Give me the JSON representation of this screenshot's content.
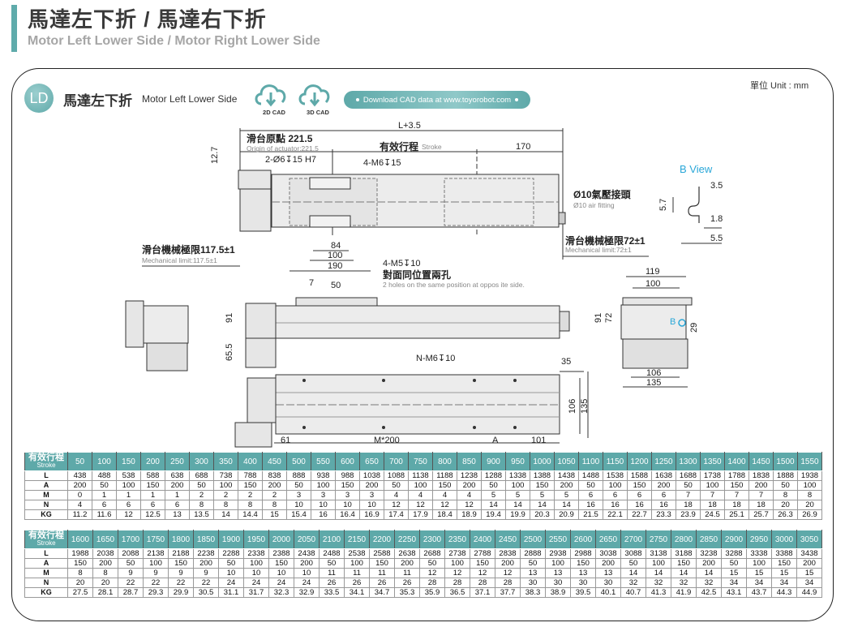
{
  "header": {
    "title_zh": "馬達左下折 / 馬達右下折",
    "title_en": "Motor Left Lower Side / Motor Right Lower Side",
    "accent_color": "#5fabab"
  },
  "section": {
    "badge": "LD",
    "title_zh": "馬達左下折",
    "title_en": "Motor Left Lower Side",
    "cad_buttons": [
      {
        "label": "2D CAD",
        "icon": "cloud-download-icon"
      },
      {
        "label": "3D CAD",
        "icon": "cloud-download-icon"
      }
    ],
    "download_text": "Download CAD data at www.toyorobot.com",
    "unit": "單位 Unit : mm"
  },
  "drawing": {
    "top_view": {
      "overall": "L+3.5",
      "origin_zh": "滑台原點 221.5",
      "origin_en": "Origin of actuator:221.5",
      "stroke_zh": "有效行程",
      "stroke_en": "Stroke",
      "end_dim": "170",
      "height_dim": "12.7",
      "pin_holes": "2-Ø6↧15 H7",
      "tapped_holes": "4-M6↧15",
      "air_zh": "Ø10氣壓接頭",
      "air_en": "Ø10 air fitting",
      "mech_left_zh": "滑台機械極限117.5±1",
      "mech_left_en": "Mechanical limit:117.5±1",
      "mech_right_zh": "滑台機械極限72±1",
      "mech_right_en": "Mechanical limit:72±1",
      "dim_84": "84",
      "dim_100": "100",
      "dim_190": "190"
    },
    "side_view": {
      "m5_holes": "4-M5↧10",
      "m5_zh": "對面同位置兩孔",
      "m5_en": "2 holes on the same position at oppos ite side.",
      "dim_7": "7",
      "dim_50": "50",
      "dim_91": "91",
      "dim_65_5": "65.5"
    },
    "bottom_view": {
      "n_holes": "N-M6↧10",
      "dim_35": "35",
      "dim_106": "106",
      "dim_135": "135",
      "dim_61": "61",
      "dim_m200": "M*200",
      "dim_a": "A",
      "dim_101": "101"
    },
    "end_view": {
      "dim_119": "119",
      "dim_100": "100",
      "dim_91": "91",
      "dim_72": "72",
      "dim_29": "29",
      "dim_106": "106",
      "dim_135": "135",
      "b_marker": "B"
    },
    "b_view": {
      "title": "B View",
      "dim_3_5": "3.5",
      "dim_5_7": "5.7",
      "dim_1_8": "1.8",
      "dim_5_5": "5.5"
    }
  },
  "spec_table": {
    "corner_zh": "有效行程",
    "corner_en": "Stroke",
    "row_labels": [
      "L",
      "A",
      "M",
      "N",
      "KG"
    ],
    "blocks": [
      {
        "stroke": [
          "50",
          "100",
          "150",
          "200",
          "250",
          "300",
          "350",
          "400",
          "450",
          "500",
          "550",
          "600",
          "650",
          "700",
          "750",
          "800",
          "850",
          "900",
          "950",
          "1000",
          "1050",
          "1100",
          "1150",
          "1200",
          "1250",
          "1300",
          "1350",
          "1400",
          "1450",
          "1500",
          "1550"
        ],
        "L": [
          "438",
          "488",
          "538",
          "588",
          "638",
          "688",
          "738",
          "788",
          "838",
          "888",
          "938",
          "988",
          "1038",
          "1088",
          "1138",
          "1188",
          "1238",
          "1288",
          "1338",
          "1388",
          "1438",
          "1488",
          "1538",
          "1588",
          "1638",
          "1688",
          "1738",
          "1788",
          "1838",
          "1888",
          "1938"
        ],
        "A": [
          "200",
          "50",
          "100",
          "150",
          "200",
          "50",
          "100",
          "150",
          "200",
          "50",
          "100",
          "150",
          "200",
          "50",
          "100",
          "150",
          "200",
          "50",
          "100",
          "150",
          "200",
          "50",
          "100",
          "150",
          "200",
          "50",
          "100",
          "150",
          "200",
          "50",
          "100"
        ],
        "M": [
          "0",
          "1",
          "1",
          "1",
          "1",
          "2",
          "2",
          "2",
          "2",
          "3",
          "3",
          "3",
          "3",
          "4",
          "4",
          "4",
          "4",
          "5",
          "5",
          "5",
          "5",
          "6",
          "6",
          "6",
          "6",
          "7",
          "7",
          "7",
          "7",
          "8",
          "8"
        ],
        "N": [
          "4",
          "6",
          "6",
          "6",
          "6",
          "8",
          "8",
          "8",
          "8",
          "10",
          "10",
          "10",
          "10",
          "12",
          "12",
          "12",
          "12",
          "14",
          "14",
          "14",
          "14",
          "16",
          "16",
          "16",
          "16",
          "18",
          "18",
          "18",
          "18",
          "20",
          "20"
        ],
        "KG": [
          "11.2",
          "11.6",
          "12",
          "12.5",
          "13",
          "13.5",
          "14",
          "14.4",
          "15",
          "15.4",
          "16",
          "16.4",
          "16.9",
          "17.4",
          "17.9",
          "18.4",
          "18.9",
          "19.4",
          "19.9",
          "20.3",
          "20.9",
          "21.5",
          "22.1",
          "22.7",
          "23.3",
          "23.9",
          "24.5",
          "25.1",
          "25.7",
          "26.3",
          "26.9"
        ]
      },
      {
        "stroke": [
          "1600",
          "1650",
          "1700",
          "1750",
          "1800",
          "1850",
          "1900",
          "1950",
          "2000",
          "2050",
          "2100",
          "2150",
          "2200",
          "2250",
          "2300",
          "2350",
          "2400",
          "2450",
          "2500",
          "2550",
          "2600",
          "2650",
          "2700",
          "2750",
          "2800",
          "2850",
          "2900",
          "2950",
          "3000",
          "3050"
        ],
        "L": [
          "1988",
          "2038",
          "2088",
          "2138",
          "2188",
          "2238",
          "2288",
          "2338",
          "2388",
          "2438",
          "2488",
          "2538",
          "2588",
          "2638",
          "2688",
          "2738",
          "2788",
          "2838",
          "2888",
          "2938",
          "2988",
          "3038",
          "3088",
          "3138",
          "3188",
          "3238",
          "3288",
          "3338",
          "3388",
          "3438"
        ],
        "A": [
          "150",
          "200",
          "50",
          "100",
          "150",
          "200",
          "50",
          "100",
          "150",
          "200",
          "50",
          "100",
          "150",
          "200",
          "50",
          "100",
          "150",
          "200",
          "50",
          "100",
          "150",
          "200",
          "50",
          "100",
          "150",
          "200",
          "50",
          "100",
          "150",
          "200"
        ],
        "M": [
          "8",
          "8",
          "9",
          "9",
          "9",
          "9",
          "10",
          "10",
          "10",
          "10",
          "11",
          "11",
          "11",
          "11",
          "12",
          "12",
          "12",
          "12",
          "13",
          "13",
          "13",
          "13",
          "14",
          "14",
          "14",
          "14",
          "15",
          "15",
          "15",
          "15"
        ],
        "N": [
          "20",
          "20",
          "22",
          "22",
          "22",
          "22",
          "24",
          "24",
          "24",
          "24",
          "26",
          "26",
          "26",
          "26",
          "28",
          "28",
          "28",
          "28",
          "30",
          "30",
          "30",
          "30",
          "32",
          "32",
          "32",
          "32",
          "34",
          "34",
          "34",
          "34"
        ],
        "KG": [
          "27.5",
          "28.1",
          "28.7",
          "29.3",
          "29.9",
          "30.5",
          "31.1",
          "31.7",
          "32.3",
          "32.9",
          "33.5",
          "34.1",
          "34.7",
          "35.3",
          "35.9",
          "36.5",
          "37.1",
          "37.7",
          "38.3",
          "38.9",
          "39.5",
          "40.1",
          "40.7",
          "41.3",
          "41.9",
          "42.5",
          "43.1",
          "43.7",
          "44.3",
          "44.9"
        ]
      }
    ]
  }
}
